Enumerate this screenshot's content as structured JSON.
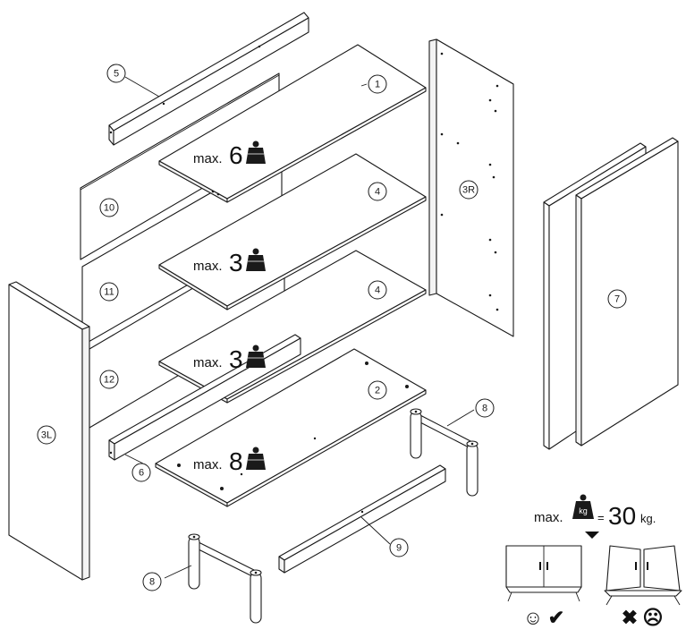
{
  "callouts": [
    "1",
    "2",
    "3R",
    "3L",
    "4",
    "4",
    "5",
    "6",
    "7",
    "8",
    "8",
    "9",
    "10",
    "11",
    "12"
  ],
  "load_limits": {
    "prefix": "max.",
    "shelf_1": "6",
    "shelf_4a": "3",
    "shelf_4b": "3",
    "base_2": "8",
    "total_value": "30",
    "total_equals": "=",
    "total_unit": "kg.",
    "weight_label": "kg"
  },
  "icons": {
    "weight": "weight-icon",
    "cabinet_ok": "cabinet-level-icon",
    "cabinet_bad": "cabinet-warped-icon",
    "ok": "happy-face-icon",
    "check": "check-icon",
    "cross": "cross-icon",
    "bad": "sad-face-icon"
  },
  "glyphs": {
    "happy": "☺",
    "check": "✔",
    "cross": "✖",
    "sad": "☹"
  }
}
